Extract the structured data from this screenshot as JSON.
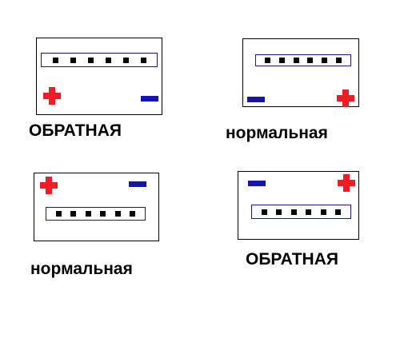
{
  "colors": {
    "positive": "#ee1c24",
    "negative": "#1414b4",
    "outline": "#000000"
  },
  "icons": {
    "positive": "plus-terminal-icon",
    "negative": "minus-terminal-icon"
  },
  "batteries": [
    {
      "label": "ОБРАТНАЯ",
      "positive_side": "left",
      "negative_side": "right",
      "terminals_at": "bottom",
      "cells": 6
    },
    {
      "label": "нормальная",
      "positive_side": "right",
      "negative_side": "left",
      "terminals_at": "bottom",
      "cells": 6
    },
    {
      "label": "нормальная",
      "positive_side": "left",
      "negative_side": "right",
      "terminals_at": "top",
      "cells": 6
    },
    {
      "label": "ОБРАТНАЯ",
      "positive_side": "right",
      "negative_side": "left",
      "terminals_at": "top",
      "cells": 6
    }
  ]
}
